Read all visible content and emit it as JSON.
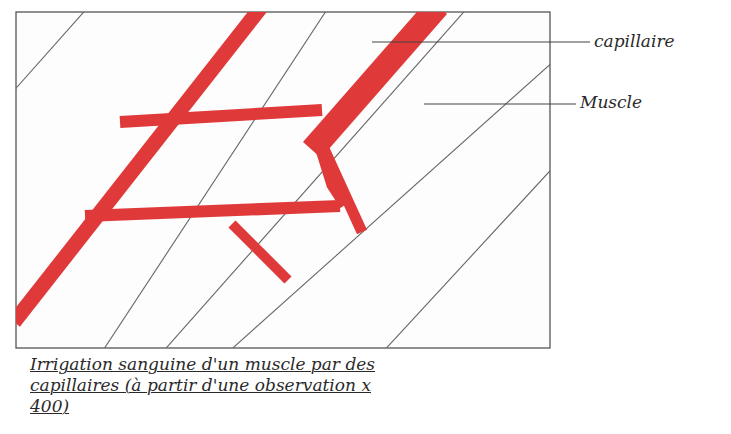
{
  "diagram": {
    "caption": "Irrigation sanguine d'un muscle par des capillaires (à partir d'une observation x 400)",
    "labels": [
      "capillaire",
      "Muscle"
    ]
  }
}
